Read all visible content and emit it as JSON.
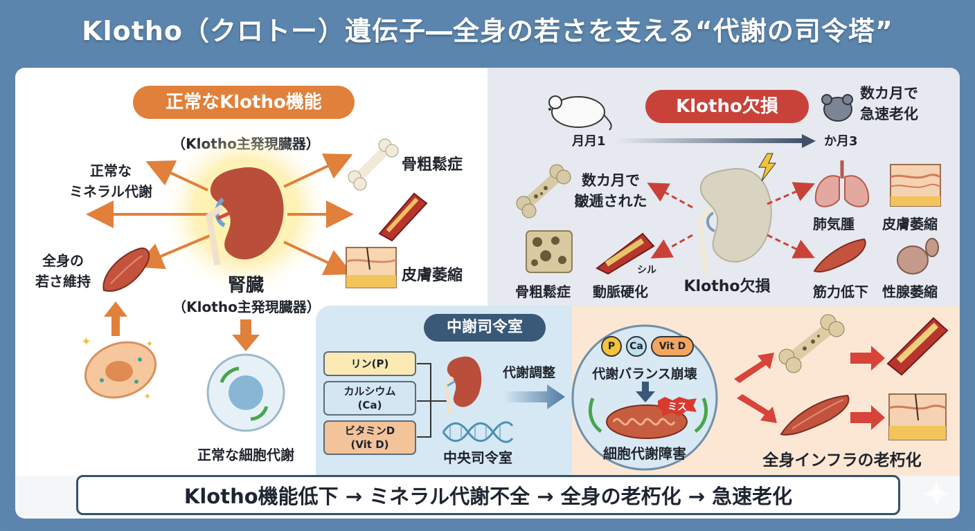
{
  "title": "Klotho（クロトー）遺伝子―全身の若さを支える“代謝の司令塔”",
  "normal": {
    "header": "正常なKlotho機能",
    "organ_note_top": "（Klotho主発現臓器）",
    "kidney_label": "腎臓",
    "kidney_note": "（Klotho主発現臓器）",
    "mineral_line1": "正常な",
    "mineral_line2": "ミネラル代謝",
    "youth_line1": "全身の",
    "youth_line2": "若さ維持",
    "bone_label": "骨粗鬆症",
    "skin_label": "皮膚萎縮",
    "cell_label": "正常な細胞代謝"
  },
  "deficiency": {
    "header": "Klotho欠損",
    "timeline_start": "月月1",
    "timeline_end": "か月3",
    "rapid_line1": "数カ月で",
    "rapid_line2": "急速老化",
    "months_line1": "数カ月で",
    "months_line2": "皺逓された",
    "lung_label": "肺気腫",
    "skin_label": "皮膚萎縮",
    "kidney_label": "Klotho欠損",
    "bone_label": "骨粗鬆症",
    "artery_label": "動脈硬化",
    "artery_small": "シル",
    "muscle_label": "筋力低下",
    "gonad_label": "性腺萎縮"
  },
  "center": {
    "header": "中謝司令室",
    "minerals": [
      {
        "line1": "リン(P)",
        "line2": ""
      },
      {
        "line1": "カルシウム",
        "line2": "(Ca)"
      },
      {
        "line1": "ビタミンD",
        "line2": "(Vit D)"
      }
    ],
    "hq_label": "中央司令室",
    "arrow_label": "代謝調整",
    "chips": [
      "P",
      "Ca",
      "Vit D"
    ],
    "collapse_label": "代謝バランス崩壊",
    "miss_label": "ミス",
    "disorder_label": "細胞代謝障害"
  },
  "infra": {
    "label": "全身インフラの老朽化"
  },
  "summary": "Klotho機能低下 → ミネラル代謝不全 → 全身の老朽化 → 急速老化",
  "colors": {
    "frame": "#5b85ad",
    "orange": "#e0803a",
    "red": "#c8423a",
    "navy": "#3a5878",
    "kidney": "#b94e3a"
  }
}
